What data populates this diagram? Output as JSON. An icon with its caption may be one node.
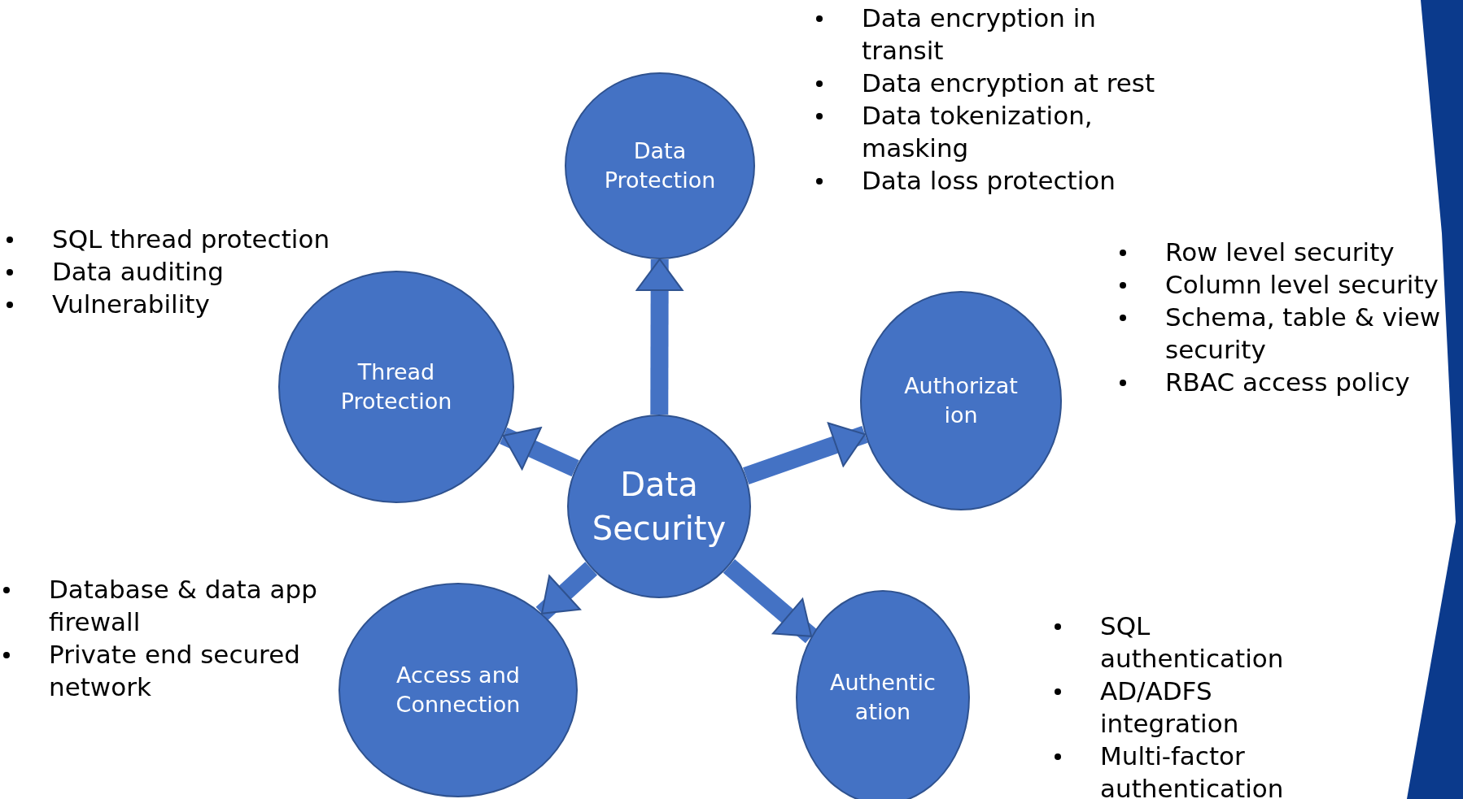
{
  "diagram": {
    "nodes": [
      {
        "text": [
          "Data Security"
        ]
      },
      {
        "text": [
          "Data Protection"
        ],
        "beside": [
          "Data encryption in transit",
          "Data encryption at rest",
          "Data tokenization, masking",
          "Data loss protection"
        ]
      },
      {
        "text": [
          "Authorizat ion"
        ],
        "beside": [
          "Row level security",
          "Column level security",
          "Schema, table & view security",
          "RBAC access policy"
        ]
      },
      {
        "text": [
          "Authentic ation"
        ],
        "beside": [
          "SQL authentication",
          "AD/ADFS integration",
          "Multi-factor authentication"
        ]
      },
      {
        "text": [
          "Access and Connection"
        ],
        "beside": [
          "Database & data app firewall",
          "Private end secured network"
        ]
      },
      {
        "text": [
          "Thread Protection"
        ],
        "beside": [
          "SQL thread protection",
          "Data auditing",
          "Vulnerability"
        ]
      }
    ],
    "edges": [
      {
        "from": 0,
        "to": 1,
        "arrow": "to"
      },
      {
        "from": 0,
        "to": 2,
        "arrow": "to"
      },
      {
        "from": 0,
        "to": 3,
        "arrow": "to"
      },
      {
        "from": 0,
        "to": 4,
        "arrow": "to"
      },
      {
        "from": 0,
        "to": 5,
        "arrow": "to"
      }
    ]
  }
}
